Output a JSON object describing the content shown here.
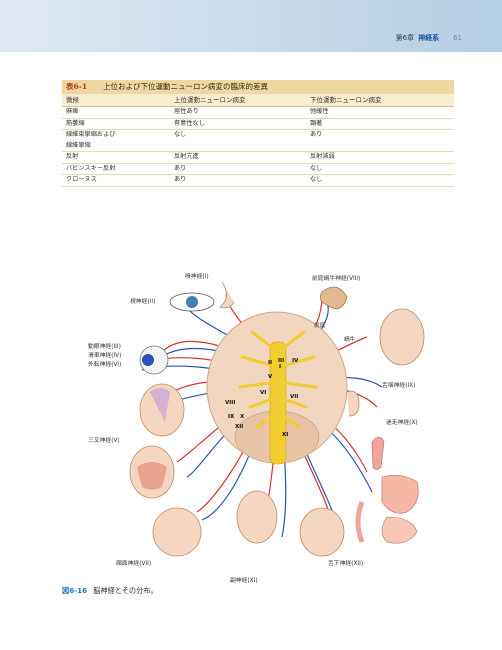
{
  "header": {
    "chapter": "第6章",
    "section": "神経系",
    "page_number": "61"
  },
  "table": {
    "number": "表6-1",
    "title": "上位および下位運動ニューロン病変の臨床的差異",
    "columns": [
      "徴候",
      "上位運動ニューロン病変",
      "下位運動ニューロン病変"
    ],
    "rows": [
      [
        "麻痺",
        "痙性あり",
        "弛緩性"
      ],
      [
        "筋萎縮",
        "有意性なし",
        "顕著"
      ],
      [
        "線維束攣縮および\n線維攣縮",
        "なし",
        "あり"
      ],
      [
        "反射",
        "反射亢進",
        "反射減弱"
      ],
      [
        "バビンスキー反射",
        "あり",
        "なし"
      ],
      [
        "クローヌス",
        "あり",
        "なし"
      ]
    ]
  },
  "figure": {
    "labels": {
      "olfactory": "嗅神経(I)",
      "vestibulocochlear": "前庭蝸牛神経(VIII)",
      "optic": "視神経(II)",
      "vestibule": "前庭",
      "cochlea": "蝸牛",
      "oculomotor": "動眼神経(III)",
      "trochlear": "滑車神経(IV)",
      "abducens": "外転神経(VI)",
      "glossopharyngeal": "舌咽神経(IX)",
      "vagus": "迷走神経(X)",
      "trigeminal": "三叉神経(V)",
      "facial": "顔面神経(VII)",
      "hypoglossal": "舌下神経(XII)",
      "accessory": "副神経(XI)"
    },
    "roman_numerals": [
      "I",
      "II",
      "III",
      "IV",
      "V",
      "VI",
      "VII",
      "VIII",
      "IX",
      "X",
      "XI",
      "XII"
    ],
    "colors": {
      "sensory": "#2a52b8",
      "motor": "#d9342b",
      "nerve": "#f2cd2f",
      "brain": "#f1d7bf"
    }
  },
  "caption": {
    "number": "図6-16",
    "text": "脳神経とその分布。"
  }
}
